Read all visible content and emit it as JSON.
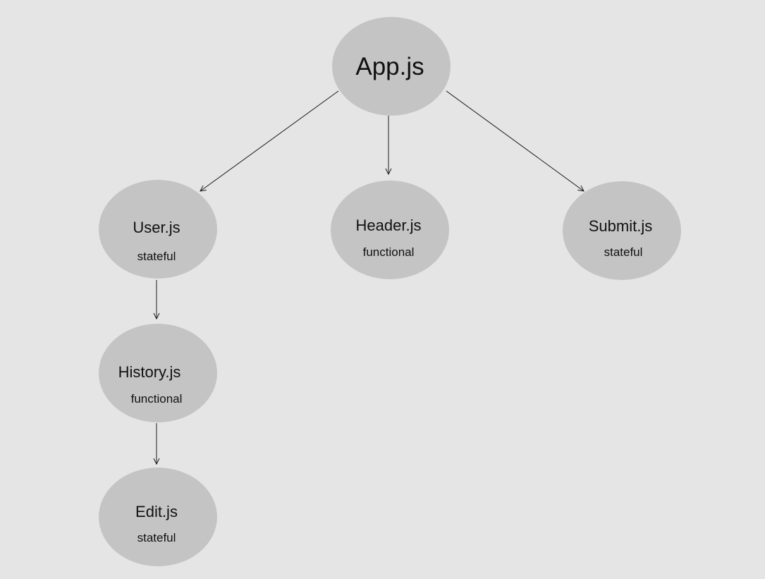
{
  "diagram": {
    "nodes": {
      "app": {
        "title": "App.js"
      },
      "user": {
        "title": "User.js",
        "type": "stateful"
      },
      "header": {
        "title": "Header.js",
        "type": "functional"
      },
      "submit": {
        "title": "Submit.js",
        "type": "stateful"
      },
      "history": {
        "title": "History.js",
        "type": "functional"
      },
      "edit": {
        "title": "Edit.js",
        "type": "stateful"
      }
    },
    "edges": [
      {
        "from": "App.js",
        "to": "User.js"
      },
      {
        "from": "App.js",
        "to": "Header.js"
      },
      {
        "from": "App.js",
        "to": "Submit.js"
      },
      {
        "from": "User.js",
        "to": "History.js"
      },
      {
        "from": "History.js",
        "to": "Edit.js"
      }
    ],
    "colors": {
      "background": "#e5e5e5",
      "node_fill": "#c4c4c4",
      "edge": "#1a1a1a",
      "text": "#111111"
    }
  }
}
